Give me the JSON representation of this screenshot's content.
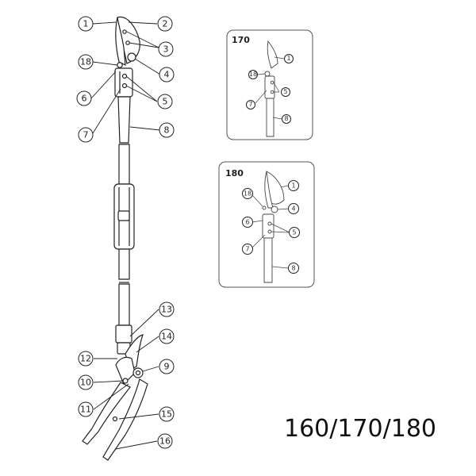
{
  "model_label": "160/170/180",
  "main_callouts": [
    "1",
    "2",
    "3",
    "18",
    "4",
    "6",
    "5",
    "7",
    "8",
    "13",
    "14",
    "12",
    "9",
    "10",
    "11",
    "15",
    "16"
  ],
  "inset_170": {
    "title": "170",
    "callouts": [
      "1",
      "18",
      "5",
      "7",
      "8"
    ]
  },
  "inset_180": {
    "title": "180",
    "callouts": [
      "1",
      "18",
      "4",
      "6",
      "5",
      "7",
      "8"
    ]
  }
}
